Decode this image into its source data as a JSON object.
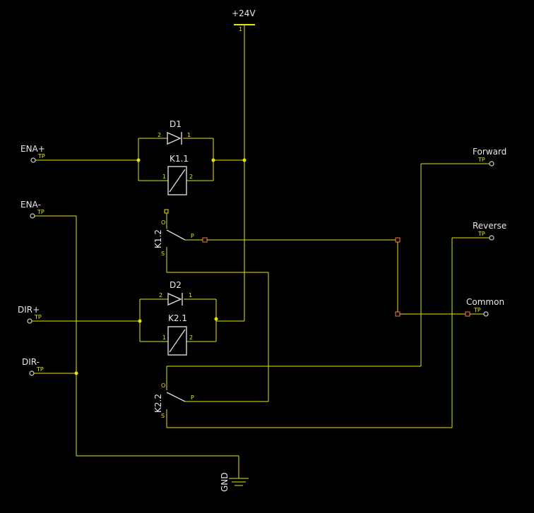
{
  "power": {
    "supply": "+24V",
    "ground": "GND"
  },
  "test_point_marker": "TP",
  "inputs": [
    {
      "id": "ena_plus",
      "label": "ENA+"
    },
    {
      "id": "ena_minus",
      "label": "ENA-"
    },
    {
      "id": "dir_plus",
      "label": "DIR+"
    },
    {
      "id": "dir_minus",
      "label": "DIR-"
    }
  ],
  "outputs": [
    {
      "id": "forward",
      "label": "Forward"
    },
    {
      "id": "reverse",
      "label": "Reverse"
    },
    {
      "id": "common",
      "label": "Common"
    }
  ],
  "components": {
    "d1": "D1",
    "d2": "D2",
    "k1_coil": "K1.1",
    "k2_coil": "K2.1",
    "k1_contact": "K1.2",
    "k2_contact": "K2.2"
  },
  "pin_labels": {
    "one": "1",
    "two": "2",
    "o": "O",
    "p": "P",
    "s": "S"
  }
}
